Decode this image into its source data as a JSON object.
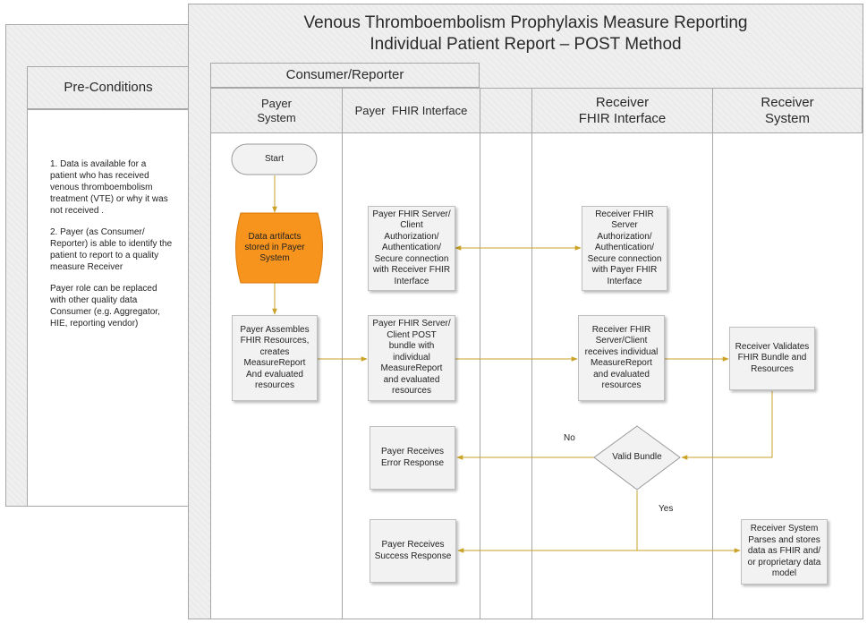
{
  "title": {
    "line1": "Venous Thromboembolism Prophylaxis Measure Reporting",
    "line2": "Individual Patient Report – POST Method"
  },
  "preconditions": {
    "header": "Pre-Conditions",
    "items": [
      "1. Data is available for a patient who has received venous thromboembolism treatment (VTE) or why it was not received .",
      "2. Payer (as Consumer/ Reporter) is able to identify the patient to report to a quality measure Receiver",
      "Payer role can be replaced with other quality data Consumer (e.g. Aggregator, HIE, reporting vendor)"
    ]
  },
  "group_header": "Consumer/Reporter",
  "lanes": {
    "payer_system": "Payer\nSystem",
    "payer_fhir": "Payer  FHIR Interface",
    "receiver_fhir": "Receiver\nFHIR Interface",
    "receiver_system": "Receiver\nSystem"
  },
  "nodes": {
    "start": "Start",
    "data_artifacts": "Data artifacts stored in Payer System",
    "payer_assembles": "Payer Assembles FHIR Resources, creates MeasureReport And evaluated resources",
    "payer_auth": "Payer FHIR Server/ Client Authorization/ Authentication/ Secure connection with Receiver FHIR Interface",
    "payer_post": "Payer FHIR Server/ Client POST bundle with individual MeasureReport and evaluated resources",
    "receiver_auth": "Receiver FHIR Server Authorization/ Authentication/ Secure connection with Payer FHIR Interface",
    "receiver_receives": "Receiver FHIR Server/Client receives individual MeasureReport and evaluated resources",
    "receiver_validates": "Receiver Validates FHIR Bundle and Resources",
    "valid_bundle": "Valid Bundle",
    "error_response": "Payer Receives Error Response",
    "success_response": "Payer Receives Success Response",
    "receiver_parses": "Receiver System Parses and stores data as FHIR and/ or proprietary data model"
  },
  "labels": {
    "no": "No",
    "yes": "Yes"
  },
  "colors": {
    "connector": "#c9a227",
    "data_store_fill": "#f7941d",
    "lane_border": "#a7a7a7"
  }
}
